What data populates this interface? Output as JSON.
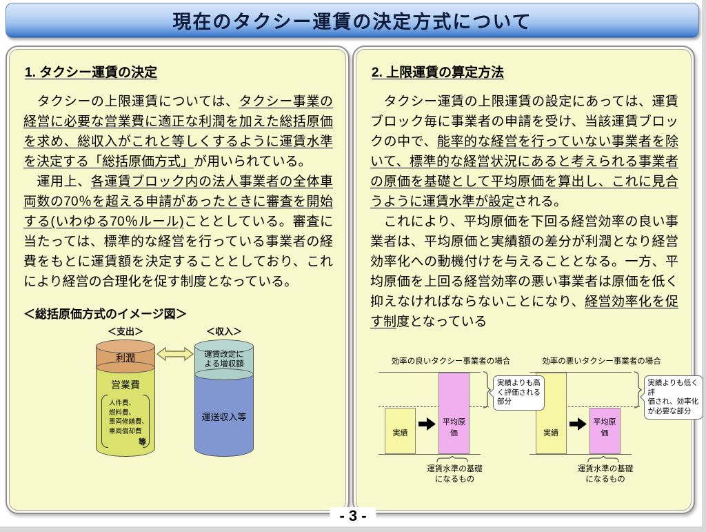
{
  "title": "現在のタクシー運賃の決定方式について",
  "page_number": "- 3 -",
  "colors": {
    "panel_bg": "#F8F8CD",
    "title_bar_top": "#D6E6FB",
    "title_bar_bottom": "#2F66B4",
    "profit_band": "#D9A36B",
    "operating_cost_body": "#DAE26D",
    "increase_band": "#AFCFC9",
    "transport_income_body": "#8197D1",
    "actual_bar": "#F6F6A4",
    "average_cost_bar": "#F2AFEF"
  },
  "left_panel": {
    "heading": "1. タクシー運賃の決定",
    "para1": [
      {
        "t": "　タクシーの上限運賃については、",
        "u": false
      },
      {
        "t": "タクシー事業の経営に必要な営業費に適正な利潤を加えた総括原価を求め、総収入がこれと等しくするように運賃水準を決定する「総括原価方式」",
        "u": true
      },
      {
        "t": "が用いられている。",
        "u": false
      }
    ],
    "para2": [
      {
        "t": "　運用上、",
        "u": false
      },
      {
        "t": "各運賃ブロック内の法人事業者の全体車両数の70％を超える申請があったときに審査を開始する(いわゆる70％ルール)",
        "u": true
      },
      {
        "t": "こととしている。審査に当たっては、標準的な経営を行っている事業者の経費をもとに運賃額を決定することとしており、これにより経営の合理化を促す制度となっている。",
        "u": false
      }
    ],
    "diagram": {
      "caption": "＜総括原価方式のイメージ図＞",
      "expense_label": "＜支出＞",
      "income_label": "＜収入＞",
      "profit": "利潤",
      "operating_cost": "営業費",
      "cost_items": "人件費、\n燃料費、\n車両修繕費、\n車両償却費",
      "etc": "等",
      "increase_label": "運賃改定に\nよる増収額",
      "transport_income": "運送収入等"
    }
  },
  "right_panel": {
    "heading": "2. 上限運賃の算定方法",
    "para1": [
      {
        "t": "　タクシー運賃の上限運賃の設定にあっては、運賃ブロック毎に事業者の申請を受け、当該運賃ブロックの中で、",
        "u": false
      },
      {
        "t": "能率的な経営を行っていない事業者を除いて、標準的な経営状況にあると考えられる事業者の原価を基礎として平均原価を算出し、これに見合うように運賃水準が設定",
        "u": true
      },
      {
        "t": "される。",
        "u": false
      }
    ],
    "para2": [
      {
        "t": "　これにより、平均原価を下回る経営効率の良い事業者は、平均原価と実績額の差分が利潤となり経営効率化への動機付けを与えることとなる。一方、平均原価を上回る経営効率の悪い事業者は原価を低く抑えなければならないことになり、",
        "u": false
      },
      {
        "t": "経営効率化を促す制",
        "u": true
      },
      {
        "t": "度となっている",
        "u": false
      }
    ],
    "charts": [
      {
        "type": "bar",
        "title": "効率の良いタクシー事業者の場合",
        "actual_label": "実績",
        "avg_label": "平均原価",
        "callout": "実績よりも高\nく評価される\n部分",
        "base_label": "運賃水準の基礎\nになるもの",
        "bars": {
          "actual_pct": 57,
          "avg_pct": 100
        }
      },
      {
        "type": "bar",
        "title": "効率の悪いタクシー事業者の場合",
        "actual_label": "実績",
        "avg_label": "平均原価",
        "callout": "実績よりも低く評\n価され、効率化\nが必要な部分",
        "base_label": "運賃水準の基礎\nになるもの",
        "bars": {
          "actual_pct": 100,
          "avg_pct": 57
        }
      }
    ]
  }
}
